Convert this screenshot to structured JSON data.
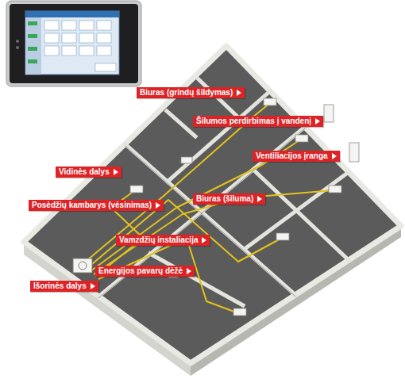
{
  "diagram": {
    "nodes": [
      {
        "text": [
          "Biuras (grindų šildymas)"
        ]
      },
      {
        "text": [
          "Šilumos perdirbimas į vandenį"
        ]
      },
      {
        "text": [
          "Ventiliacijos įranga"
        ]
      },
      {
        "text": [
          "Vidinės dalys"
        ]
      },
      {
        "text": [
          "Posėdžių kambarys (vėsinimas)"
        ]
      },
      {
        "text": [
          "Biuras (šiluma)"
        ]
      },
      {
        "text": [
          "Vamzdžių instaliacija"
        ]
      },
      {
        "text": [
          "Energijos pavarų dėžė"
        ]
      },
      {
        "text": [
          "Išorinės dalys"
        ]
      }
    ]
  }
}
